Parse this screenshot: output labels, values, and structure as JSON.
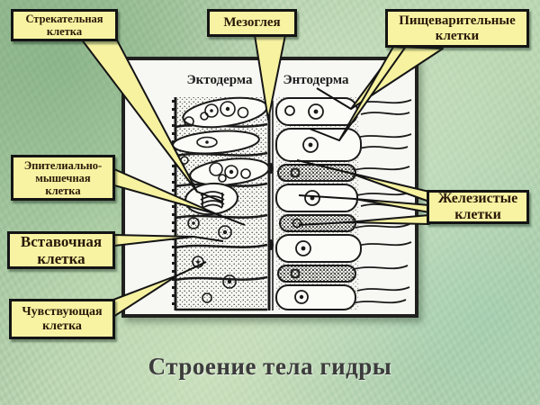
{
  "slide": {
    "title": "Строение тела гидры"
  },
  "diagram": {
    "ectoderm_label": "Эктодерма",
    "endoderm_label": "Энтодерма"
  },
  "callouts": {
    "stinging": {
      "text": "Стрекательная\nклетка"
    },
    "mesoglea": {
      "text": "Мезоглея"
    },
    "digestive": {
      "text": "Пищеварительные\nклетки"
    },
    "epithelial": {
      "text": "Эпителиально-\nмышечная\nклетка"
    },
    "interstitial": {
      "text": "Вставочная\nклетка"
    },
    "sensory": {
      "text": "Чувствующая\nклетка"
    },
    "glandular": {
      "text": "Железистые\nклетки"
    }
  },
  "colors": {
    "background_green": "#b7d3ae",
    "label_box_yellow": "#f7f3a2",
    "label_border_black": "#141414",
    "label_text_brown": "#2a1708",
    "pointer_yellow": "#f6f2a0",
    "panel_background": "#f7f7f3",
    "ink_black": "#1a1a1a",
    "title_gray": "#3c3c3c"
  }
}
